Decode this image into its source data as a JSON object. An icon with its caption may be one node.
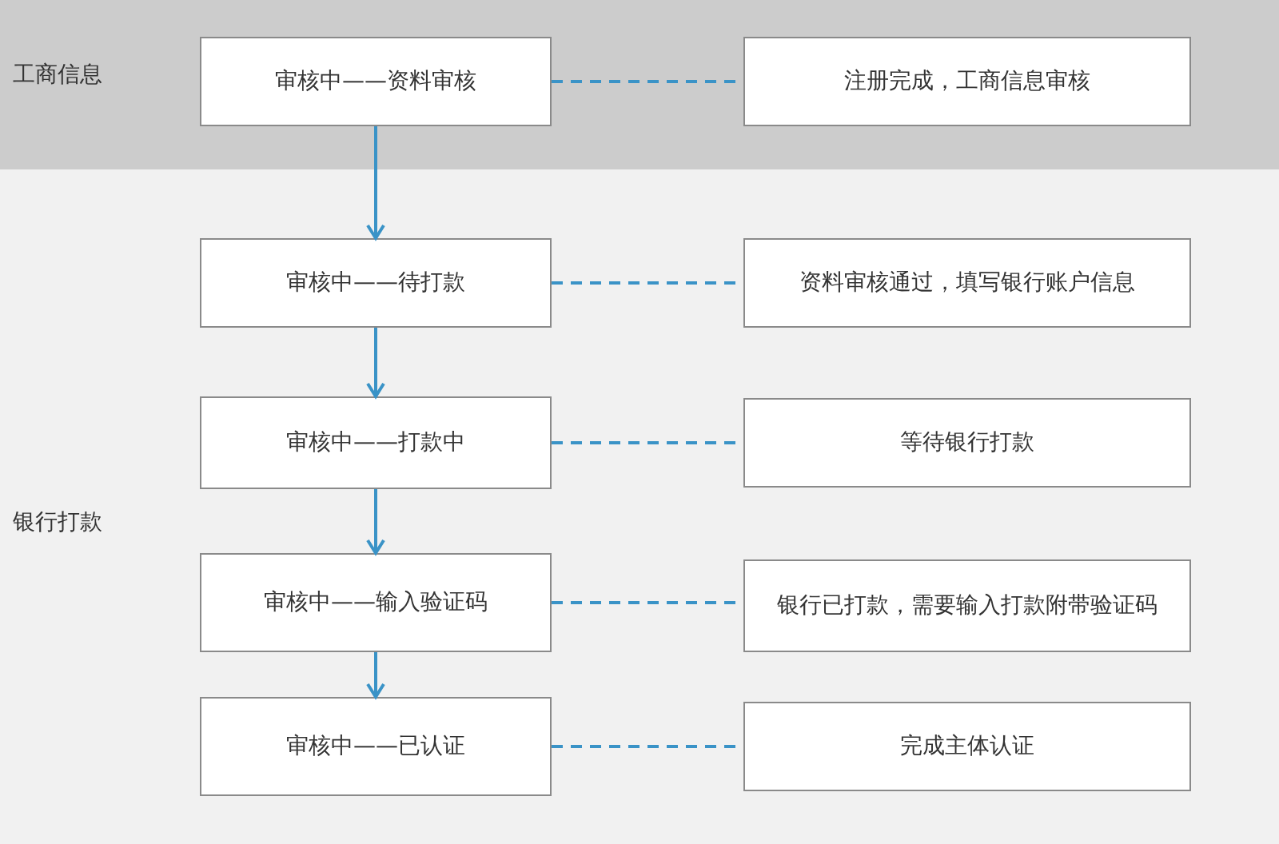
{
  "diagram": {
    "nodes": [
      {
        "text": [
          "工商信息"
        ]
      },
      {
        "text": [
          "审核中——资料审核"
        ],
        "in": 0
      },
      {
        "text": [
          "注册完成，工商信息审核"
        ],
        "in": 0
      },
      {
        "text": [
          "银行打款"
        ]
      },
      {
        "text": [
          "审核中——待打款"
        ],
        "in": 3
      },
      {
        "text": [
          "资料审核通过，填写银行账户信息"
        ],
        "in": 3
      },
      {
        "text": [
          "审核中——打款中"
        ],
        "in": 3
      },
      {
        "text": [
          "等待银行打款"
        ],
        "in": 3
      },
      {
        "text": [
          "审核中——输入验证码"
        ],
        "in": 3
      },
      {
        "text": [
          "银行已打款，需要输入打款附带验证码"
        ],
        "in": 3
      },
      {
        "text": [
          "审核中——已认证"
        ],
        "in": 3
      },
      {
        "text": [
          "完成主体认证"
        ],
        "in": 3
      }
    ],
    "edges": [
      {
        "from": 1,
        "to": 2,
        "arrow": "none",
        "style": "dashed"
      },
      {
        "from": 1,
        "to": 4,
        "arrow": "to"
      },
      {
        "from": 4,
        "to": 5,
        "arrow": "none",
        "style": "dashed"
      },
      {
        "from": 4,
        "to": 6,
        "arrow": "to"
      },
      {
        "from": 6,
        "to": 7,
        "arrow": "none",
        "style": "dashed"
      },
      {
        "from": 6,
        "to": 8,
        "arrow": "to"
      },
      {
        "from": 8,
        "to": 9,
        "arrow": "none",
        "style": "dashed"
      },
      {
        "from": 8,
        "to": 10,
        "arrow": "to"
      },
      {
        "from": 10,
        "to": 11,
        "arrow": "none",
        "style": "dashed"
      }
    ]
  }
}
